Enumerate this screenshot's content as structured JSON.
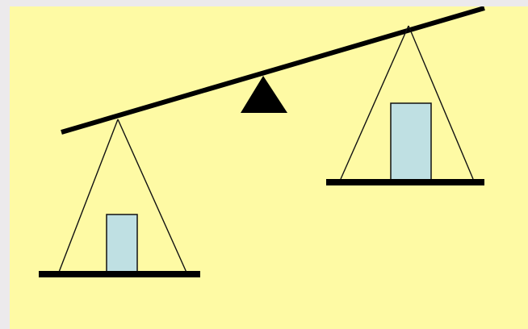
{
  "diagram": {
    "colors": {
      "background": "#fefaa4",
      "outer": "#eceaec",
      "beam": "#000000",
      "fulcrum": "#000000",
      "pan": "#000000",
      "string": "#111111",
      "weight_fill": "#bfe0e3",
      "weight_stroke": "#111111"
    },
    "components": {
      "beam": "balance-beam",
      "fulcrum": "triangle-fulcrum",
      "left_pan": "left-pan",
      "right_pan": "right-pan",
      "left_weight": "small-weight",
      "right_weight": "large-weight"
    }
  }
}
